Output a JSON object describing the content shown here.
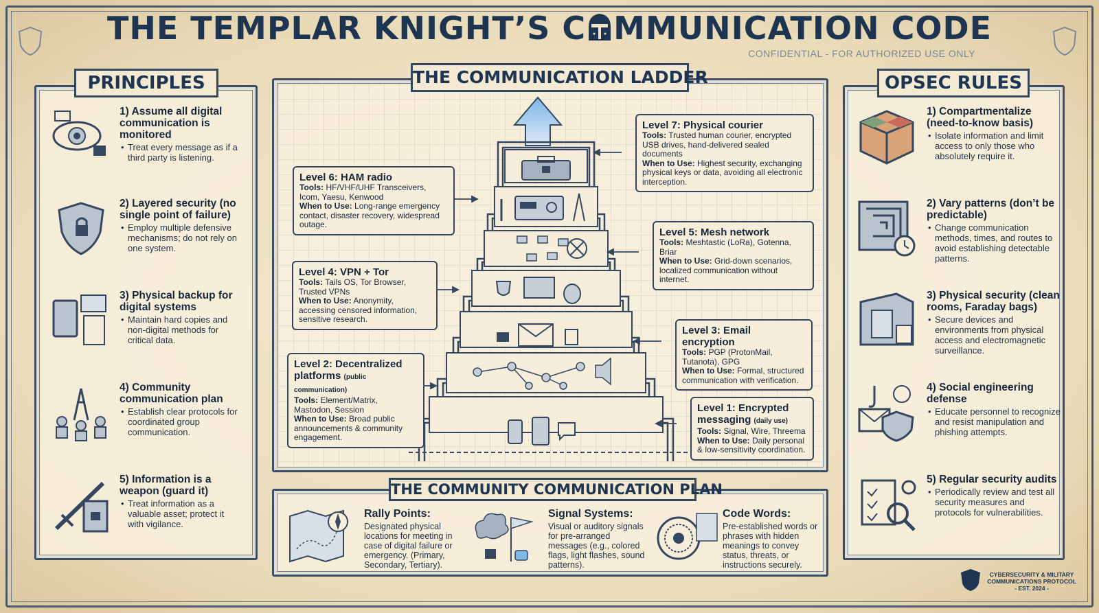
{
  "title_left": "THE TEMPLAR KNIGHT’S C",
  "title_right": "MMUNICATION CODE",
  "confidential": "CONFIDENTIAL - FOR AUTHORIZED USE ONLY",
  "principles": {
    "title": "PRINCIPLES",
    "items": [
      {
        "heading": "1) Assume all digital communication is monitored",
        "body": "Treat every message as if a third party is listening.",
        "icon": "eye-lock-icon"
      },
      {
        "heading": "2) Layered security (no single point of failure)",
        "body": "Employ multiple defensive mechanisms; do not rely on one system.",
        "icon": "shield-lock-icon"
      },
      {
        "heading": "3) Physical backup for digital systems",
        "body": "Maintain hard copies and non-digital methods for critical data.",
        "icon": "tablet-scroll-icon"
      },
      {
        "heading": "4) Community communication plan",
        "body": "Establish clear protocols for coordinated group communication.",
        "icon": "tower-people-icon"
      },
      {
        "heading": "5) Information is a weapon (guard it)",
        "body": "Treat information as a valuable asset; protect it with vigilance.",
        "icon": "sword-book-icon"
      }
    ]
  },
  "ladder": {
    "title": "THE COMMUNICATION LADDER",
    "levels": [
      {
        "id": 7,
        "title": "Level 7: Physical courier",
        "tools_label": "Tools:",
        "tools": "Trusted human courier, encrypted USB drives, hand-delivered sealed documents",
        "when_label": "When to Use:",
        "when": "Highest security, exchanging physical keys or data, avoiding all electronic interception."
      },
      {
        "id": 6,
        "title": "Level 6: HAM radio",
        "tools_label": "Tools:",
        "tools": "HF/VHF/UHF Transceivers, Icom, Yaesu, Kenwood",
        "when_label": "When to Use:",
        "when": "Long-range emergency contact, disaster recovery, widespread outage."
      },
      {
        "id": 5,
        "title": "Level 5: Mesh network",
        "tools_label": "Tools:",
        "tools": "Meshtastic (LoRa), Gotenna, Briar",
        "when_label": "When to Use:",
        "when": "Grid-down scenarios, localized communication without internet."
      },
      {
        "id": 4,
        "title": "Level 4: VPN + Tor",
        "tools_label": "Tools:",
        "tools": "Tails OS, Tor Browser, Trusted VPNs",
        "when_label": "When to Use:",
        "when": "Anonymity, accessing censored information, sensitive research."
      },
      {
        "id": 3,
        "title": "Level 3: Email encryption",
        "tools_label": "Tools:",
        "tools": "PGP (ProtonMail, Tutanota), GPG",
        "when_label": "When to Use:",
        "when": "Formal, structured communication with verification."
      },
      {
        "id": 2,
        "title": "Level 2: Decentralized platforms",
        "subtitle": "(public communication)",
        "tools_label": "Tools:",
        "tools": "Element/Matrix, Mastodon, Session",
        "when_label": "When to Use:",
        "when": "Broad public announcements & community engagement."
      },
      {
        "id": 1,
        "title": "Level 1: Encrypted messaging",
        "subtitle": "(daily use)",
        "tools_label": "Tools:",
        "tools": "Signal, Wire, Threema",
        "when_label": "When to Use:",
        "when": "Daily personal & low-sensitivity coordination."
      }
    ]
  },
  "plan": {
    "title": "THE COMMUNITY COMMUNICATION PLAN",
    "items": [
      {
        "heading": "Rally Points:",
        "body": "Designated physical locations for meeting in case of digital failure or emergency. (Primary, Secondary, Tertiary).",
        "icon": "map-compass-icon"
      },
      {
        "heading": "Signal Systems:",
        "body": "Visual or auditory signals for pre-arranged messages (e.g., colored flags, light flashes, sound patterns).",
        "icon": "smoke-flag-icon"
      },
      {
        "heading": "Code Words:",
        "body": "Pre-established words or phrases with hidden meanings to convey status, threats, or instructions securely.",
        "icon": "cipher-wheel-icon"
      }
    ]
  },
  "opsec": {
    "title": "OPSEC RULES",
    "items": [
      {
        "heading": "1) Compartmentalize (need-to-know basis)",
        "body": "Isolate information and limit access to only those who absolutely require it.",
        "icon": "compartment-cube-icon"
      },
      {
        "heading": "2) Vary patterns (don’t be predictable)",
        "body": "Change communication methods, times, and routes to avoid establishing detectable patterns.",
        "icon": "maze-clock-icon"
      },
      {
        "heading": "3) Physical security (clean rooms, Faraday bags)",
        "body": "Secure devices and environments from physical access and electromagnetic surveillance.",
        "icon": "vault-bag-icon"
      },
      {
        "heading": "4) Social engineering defense",
        "body": "Educate personnel to recognize and resist manipulation and phishing attempts.",
        "icon": "phishing-shield-icon"
      },
      {
        "heading": "5) Regular security audits",
        "body": "Periodically review and test all security measures and protocols for vulnerabilities.",
        "icon": "checklist-magnifier-icon"
      }
    ]
  },
  "footer": {
    "line1": "CYBERSECURITY & MILITARY",
    "line2": "COMMUNICATIONS PROTOCOL",
    "line3": "- EST. 2024 -"
  },
  "colors": {
    "ink": "#1e3552",
    "parchment": "#efe3c8",
    "accent": "#7fb7e6"
  }
}
